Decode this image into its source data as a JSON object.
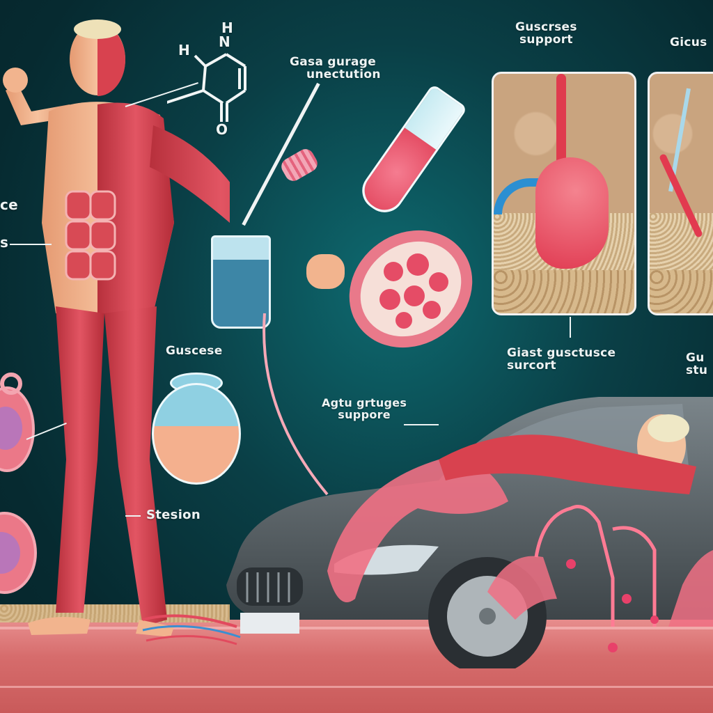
{
  "illustration": {
    "subject": "Anatomical muscle figure, glucose flask, mitochondrion and car covered in pink granules",
    "colors": {
      "background": "#0a3f46",
      "muscle": "#d8424f",
      "skin": "#efb08a",
      "label_text": "#eef4f4",
      "glucose_granules": "#f17a8a",
      "floor": "#d66c6c"
    }
  },
  "labels": {
    "molecule_h_left": "H",
    "molecule_h_top": "H",
    "molecule_n": "N",
    "molecule_o": "O",
    "top_center_line1": "Gasa gurage",
    "top_center_line2": "unectution",
    "top_right_line1": "Guscrses",
    "top_right_line2": "support",
    "far_top_right": "Gicus",
    "left_edge_upper": "ce",
    "left_edge_lower": "s",
    "flask_label": "Guscese",
    "stesion": "Stesion",
    "car_label_line1": "Agtu grtuges",
    "car_label_line2": "suppore",
    "panel_caption_line1": "Giast gusctusce",
    "panel_caption_line2": "surcort",
    "far_right_caption_line1": "Gu",
    "far_right_caption_line2": "stu"
  }
}
